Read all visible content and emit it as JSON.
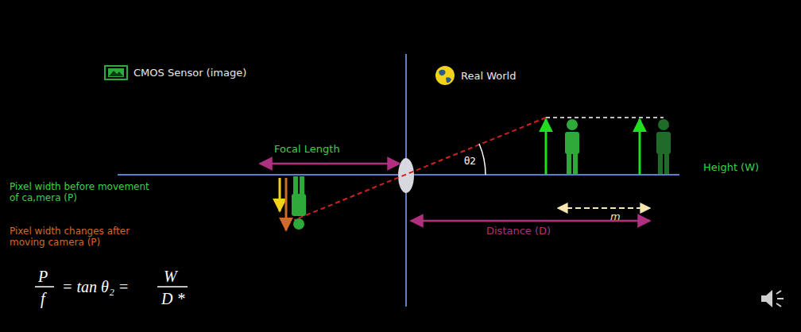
{
  "diagram": {
    "labels": [
      "CMOS Sensor (image)",
      "Real World",
      "Focal Length",
      "θ2",
      "Height (W)",
      "m",
      "Distance (D)",
      "Pixel width before movement of ca,mera (P)",
      "Pixel width changes after moving camera (P)",
      "P",
      "f",
      "= tan θ₂ =",
      "W",
      "D *"
    ]
  }
}
